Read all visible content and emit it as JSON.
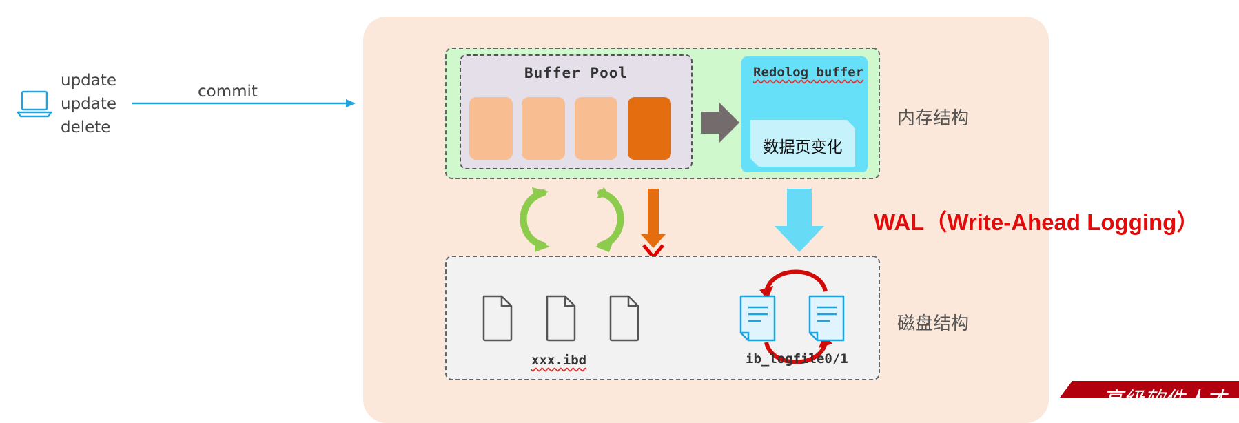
{
  "client": {
    "lines": [
      "update",
      "update",
      "delete"
    ],
    "commit_label": "commit",
    "icon": "laptop-icon"
  },
  "memory": {
    "buffer_pool_title": "Buffer Pool",
    "redolog_buffer_title": "Redolog buffer",
    "change_text": "数据页变化",
    "label": "内存结构"
  },
  "disk": {
    "data_file_label": "xxx.ibd",
    "log_file_label": "ib_logfile0/1",
    "label": "磁盘结构"
  },
  "wal_title": "WAL（Write-Ahead Logging）",
  "banner": {
    "text": "高级软件人才"
  },
  "colors": {
    "panel_bg": "#fbe8da",
    "memory_bg": "#cff8cd",
    "buffer_pool_bg": "#e4dfe9",
    "page_light": "#f8bd91",
    "page_dirty": "#e36d0f",
    "redo_bg": "#66e0f8",
    "arrow_blue": "#67daf5",
    "arrow_green": "#8dcb4c",
    "wal_red": "#e50a0a",
    "banner_red": "#b3000f"
  }
}
